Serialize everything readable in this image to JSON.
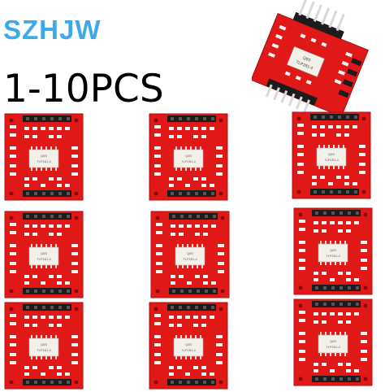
{
  "brand": {
    "text": "SZHJW",
    "color": "#3fa9e8"
  },
  "quantity": {
    "text": "1-10PCS"
  },
  "product": {
    "chip_marks": [
      "Q8S",
      "TLP281-4"
    ],
    "pcb_color": "#e01818",
    "header_color": "#1c1c1c",
    "pin_color": "#d9d9d9",
    "chip_color": "#f2f0e8"
  },
  "grid": {
    "rows": 3,
    "cols": 3
  }
}
